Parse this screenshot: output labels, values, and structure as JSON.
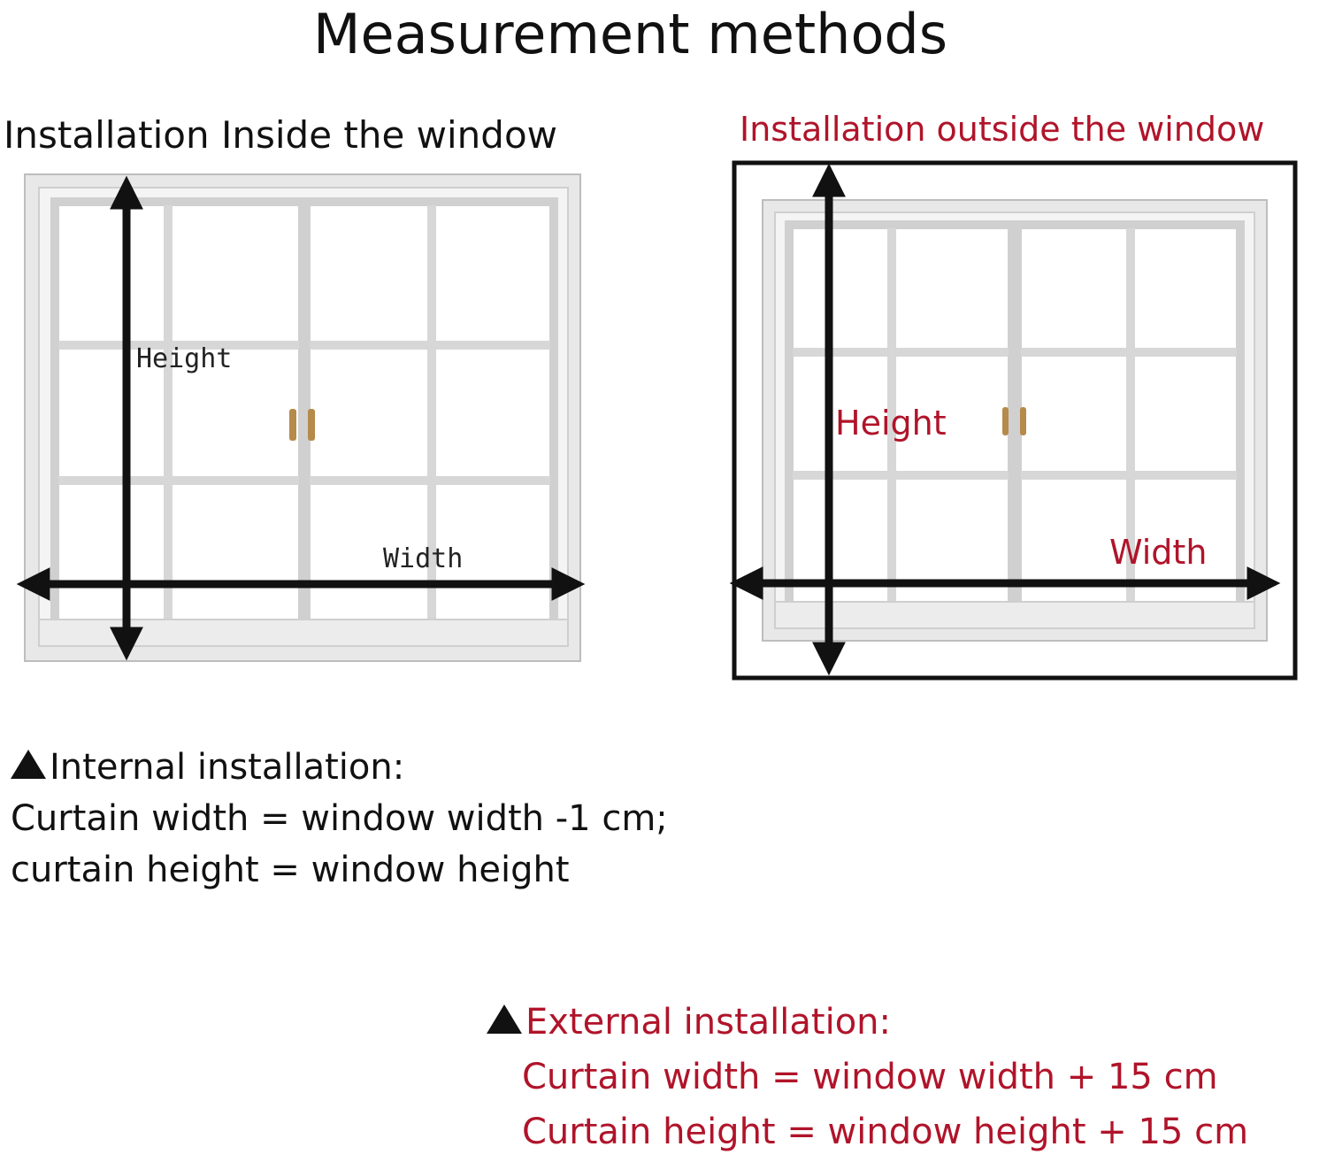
{
  "title": "Measurement methods",
  "inside": {
    "heading": "Installation Inside the window",
    "height_label": "Height",
    "width_label": "Width"
  },
  "outside": {
    "heading": "Installation outside the window",
    "height_label": "Height",
    "width_label": "Width"
  },
  "internal_note": {
    "heading": "Internal installation:",
    "line1": "Curtain width = window width -1 cm;",
    "line2": "curtain height = window height"
  },
  "external_note": {
    "heading": "External installation:",
    "line1": "Curtain width = window width + 15 cm",
    "line2": "Curtain height = window height + 15 cm"
  },
  "colors": {
    "accent_red": "#b0142a",
    "frame": "#c9c9c9",
    "arrow": "#111111"
  }
}
